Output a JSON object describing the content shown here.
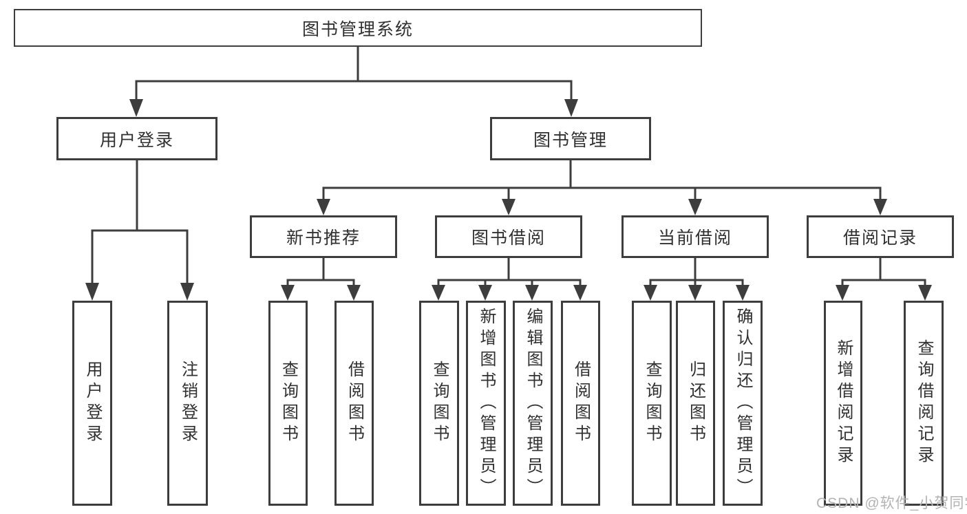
{
  "diagram": {
    "tree": {
      "label": "图书管理系统",
      "children": [
        {
          "label": "用户登录",
          "children": [
            {
              "label": "用户登录"
            },
            {
              "label": "注销登录"
            }
          ]
        },
        {
          "label": "图书管理",
          "children": [
            {
              "label": "新书推荐",
              "children": [
                {
                  "label": "查询图书"
                },
                {
                  "label": "借阅图书"
                }
              ]
            },
            {
              "label": "图书借阅",
              "children": [
                {
                  "label": "查询图书"
                },
                {
                  "label": "新增图书（管理员）"
                },
                {
                  "label": "编辑图书（管理员）"
                },
                {
                  "label": "借阅图书"
                }
              ]
            },
            {
              "label": "当前借阅",
              "children": [
                {
                  "label": "查询图书"
                },
                {
                  "label": "归还图书"
                },
                {
                  "label": "确认归还（管理员）"
                }
              ]
            },
            {
              "label": "借阅记录",
              "children": [
                {
                  "label": "新增借阅记录"
                },
                {
                  "label": "查询借阅记录"
                }
              ]
            }
          ]
        }
      ]
    }
  },
  "watermark": {
    "text": "CSDN @软件_小贺同学"
  },
  "colors": {
    "line": "#3d3d3d",
    "text": "#303030",
    "watermark": "#b3b3b3",
    "background": "#ffffff"
  }
}
